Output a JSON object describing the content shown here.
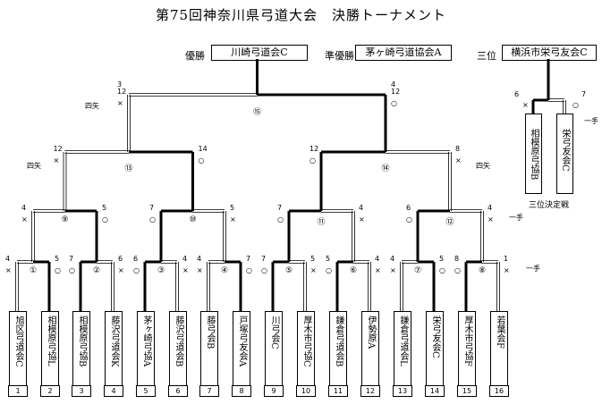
{
  "title": "第75回神奈川県弓道大会　決勝トーナメント",
  "results": {
    "winner_label": "優勝",
    "winner": "川崎弓道会C",
    "runner_label": "準優勝",
    "runner": "茅ヶ崎弓道協会A",
    "third_label": "三位",
    "third": "横浜市栄弓友会C"
  },
  "teams": [
    {
      "num": "1",
      "name": "旭区弓道会C"
    },
    {
      "num": "2",
      "name": "相模原弓協L"
    },
    {
      "num": "3",
      "name": "相模原弓協B"
    },
    {
      "num": "4",
      "name": "藤沢弓道会K"
    },
    {
      "num": "5",
      "name": "茅ヶ崎弓協A"
    },
    {
      "num": "6",
      "name": "藤沢弓道会B"
    },
    {
      "num": "7",
      "name": "藤弓会B"
    },
    {
      "num": "8",
      "name": "戸塚弓友会A"
    },
    {
      "num": "9",
      "name": "川弓会C"
    },
    {
      "num": "10",
      "name": "厚木市弓協C"
    },
    {
      "num": "11",
      "name": "鎌倉弓道会B"
    },
    {
      "num": "12",
      "name": "伊勢原A"
    },
    {
      "num": "13",
      "name": "鎌倉弓道会L"
    },
    {
      "num": "14",
      "name": "栄弓友会C"
    },
    {
      "num": "15",
      "name": "厚木市弓協F"
    },
    {
      "num": "16",
      "name": "若葉会F"
    }
  ],
  "third_place": {
    "teams": [
      "相模原弓協B",
      "栄弓友会C"
    ],
    "label": "三位決定戦",
    "left_score": "6",
    "left_mark": "×",
    "right_score": "7",
    "right_mark": "○",
    "note": "一手"
  },
  "matches": [
    "①",
    "②",
    "③",
    "④",
    "⑤",
    "⑥",
    "⑦",
    "⑧",
    "⑨",
    "⑩",
    "⑪",
    "⑫",
    "⑬",
    "⑭",
    "⑮"
  ],
  "r1": {
    "scores": [
      "4",
      "5",
      "7",
      "6",
      "6",
      "4",
      "4",
      "7",
      "7",
      "5",
      "5",
      "4",
      "4",
      "5",
      "8",
      "1"
    ],
    "marks": [
      "×",
      "○",
      "○",
      "×",
      "○",
      "×",
      "×",
      "○",
      "○",
      "×",
      "○",
      "×",
      "×",
      "○",
      "○",
      "×"
    ]
  },
  "r2": {
    "scores": [
      "4",
      "5",
      "7",
      "5",
      "7",
      "4",
      "6",
      "4"
    ],
    "marks": [
      "×",
      "○",
      "○",
      "×",
      "○",
      "×",
      "○",
      "×"
    ]
  },
  "r3": {
    "scores": [
      "12",
      "14",
      "12",
      "8"
    ],
    "marks": [
      "×",
      "○",
      "○",
      "×"
    ]
  },
  "final": {
    "left_top": "3",
    "left_bottom": "12",
    "left_mark": "×",
    "right_score": "4",
    "right_bottom": "12",
    "right_mark": "○"
  },
  "notes": {
    "final_left": "四矢",
    "r3_left": "四矢",
    "r3_right": "四矢",
    "r2_right": "一手",
    "r1_right": "一手"
  }
}
